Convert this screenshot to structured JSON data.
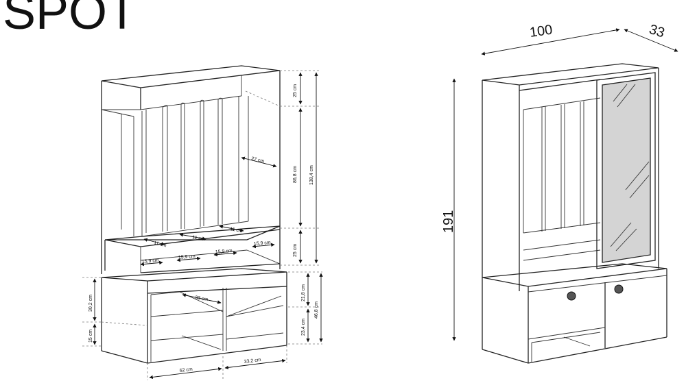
{
  "title": "SPOT",
  "left_dimensions": {
    "top_h": "25 cm",
    "panel_h": "86,8 cm",
    "upper_total": "138,4 cm",
    "bench_h": "25 cm",
    "hook_dist": "27 cm",
    "hook_gap": "11 cm",
    "seat_w": "15,9 cm",
    "shelf_w": "33 cm",
    "shelf_h1": "21,8 cm",
    "shelf_h2": "23,4 cm",
    "lower_total": "46,8 cm",
    "left_h1": "30,2 cm",
    "left_h2": "15 cm",
    "bottom_w1": "62 cm",
    "bottom_w2": "33,2 cm"
  },
  "right_dimensions": {
    "width": "100",
    "depth": "33",
    "height": "191"
  }
}
